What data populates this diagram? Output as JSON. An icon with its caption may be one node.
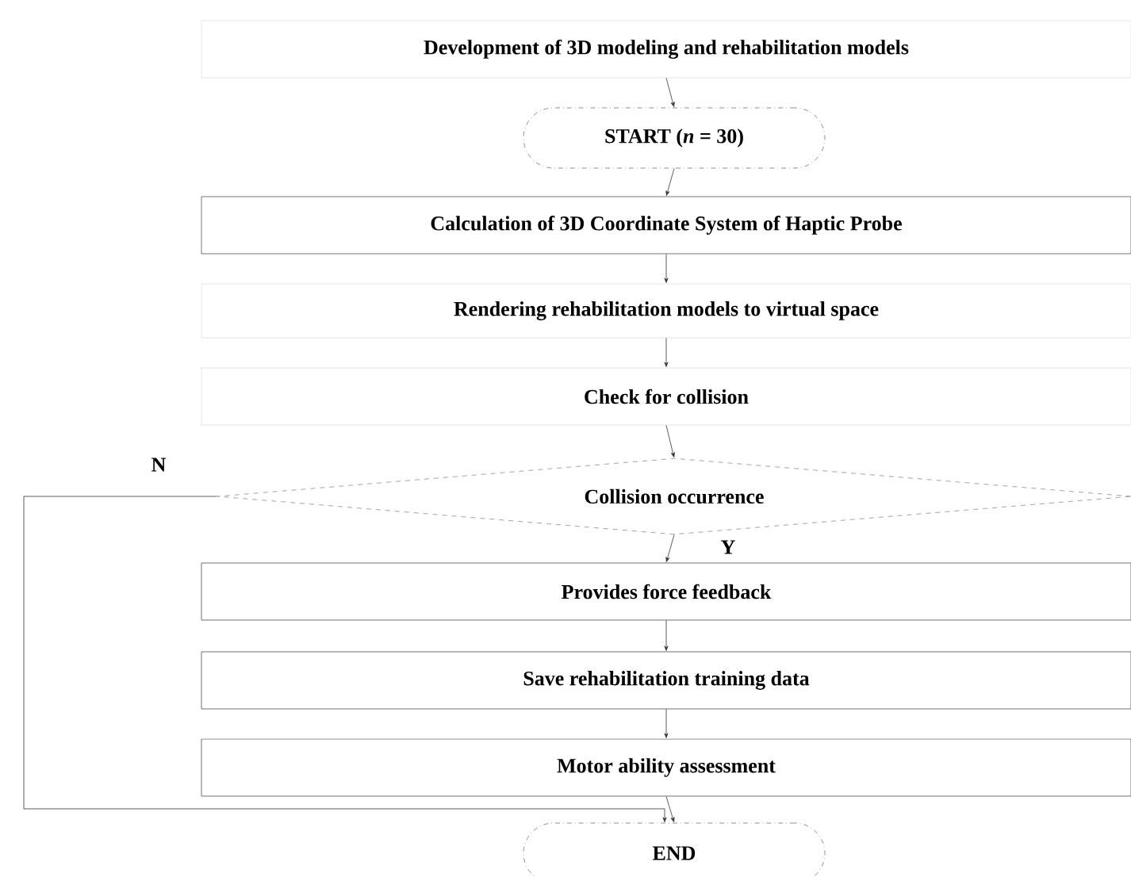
{
  "diagram": {
    "nodes": [
      {
        "text": [
          "Development of 3D modeling and rehabilitation models"
        ]
      },
      {
        "text": [
          "START (*n* = 30)"
        ]
      },
      {
        "text": [
          "Calculation of 3D Coordinate System of Haptic Probe"
        ]
      },
      {
        "text": [
          "Rendering rehabilitation models to virtual space"
        ]
      },
      {
        "text": [
          "Check for collision"
        ]
      },
      {
        "text": [
          "Collision occurrence"
        ]
      },
      {
        "text": [
          "Provides force feedback"
        ]
      },
      {
        "text": [
          "Save rehabilitation training data"
        ]
      },
      {
        "text": [
          "Motor ability assessment"
        ]
      },
      {
        "text": [
          "END"
        ]
      }
    ],
    "edges": [
      {
        "from": 0,
        "to": 1,
        "arrow": "to"
      },
      {
        "from": 1,
        "to": 2,
        "arrow": "to"
      },
      {
        "from": 2,
        "to": 3,
        "arrow": "to"
      },
      {
        "from": 3,
        "to": 4,
        "arrow": "to"
      },
      {
        "from": 4,
        "to": 5,
        "arrow": "to"
      },
      {
        "from": 5,
        "to": 6,
        "arrow": "to",
        "label": "Y"
      },
      {
        "from": 6,
        "to": 7,
        "arrow": "to"
      },
      {
        "from": 7,
        "to": 8,
        "arrow": "to"
      },
      {
        "from": 8,
        "to": 9,
        "arrow": "to"
      },
      {
        "from": 5,
        "to": 9,
        "arrow": "to",
        "label": "N"
      }
    ]
  }
}
